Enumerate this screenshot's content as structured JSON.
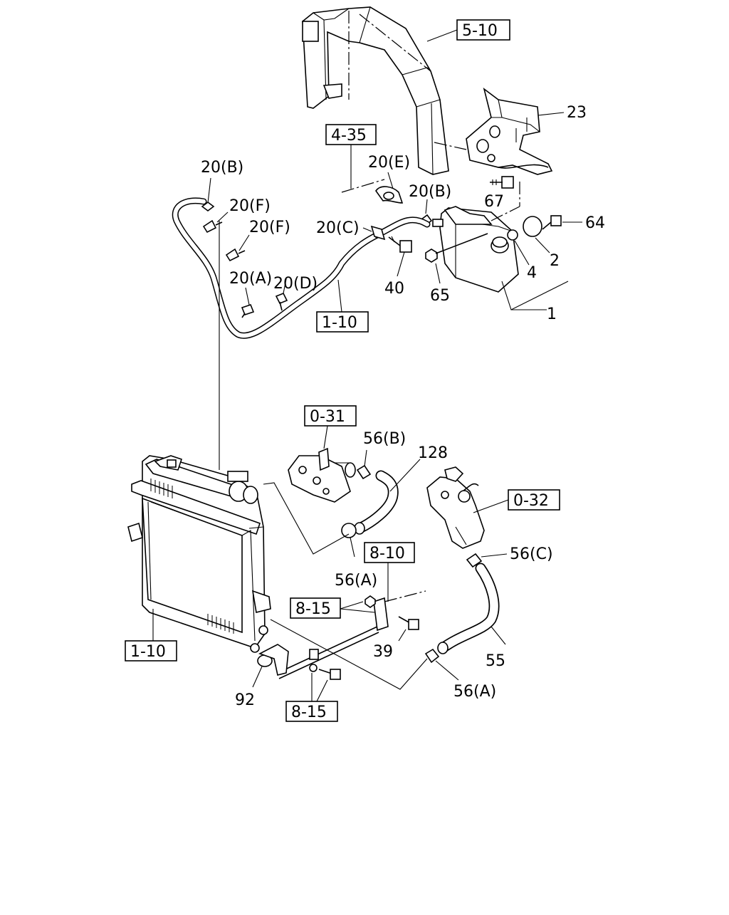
{
  "callouts": {
    "ref_5_10": "5-10",
    "ref_4_35": "4-35",
    "ref_1_10_top": "1-10",
    "ref_0_31": "0-31",
    "ref_0_32": "0-32",
    "ref_8_10": "8-10",
    "ref_8_15_a": "8-15",
    "ref_8_15_b": "8-15",
    "ref_1_10_bottom": "1-10",
    "p23": "23",
    "p20e": "20(E)",
    "p20b_left": "20(B)",
    "p20b_right": "20(B)",
    "p20f_1": "20(F)",
    "p20f_2": "20(F)",
    "p20c": "20(C)",
    "p20a": "20(A)",
    "p20d": "20(D)",
    "p67": "67",
    "p64": "64",
    "p2": "2",
    "p4": "4",
    "p1": "1",
    "p40": "40",
    "p65": "65",
    "p56b": "56(B)",
    "p128": "128",
    "p56c": "56(C)",
    "p56a_mid": "56(A)",
    "p39": "39",
    "p55": "55",
    "p92": "92",
    "p56a_bottom": "56(A)"
  }
}
